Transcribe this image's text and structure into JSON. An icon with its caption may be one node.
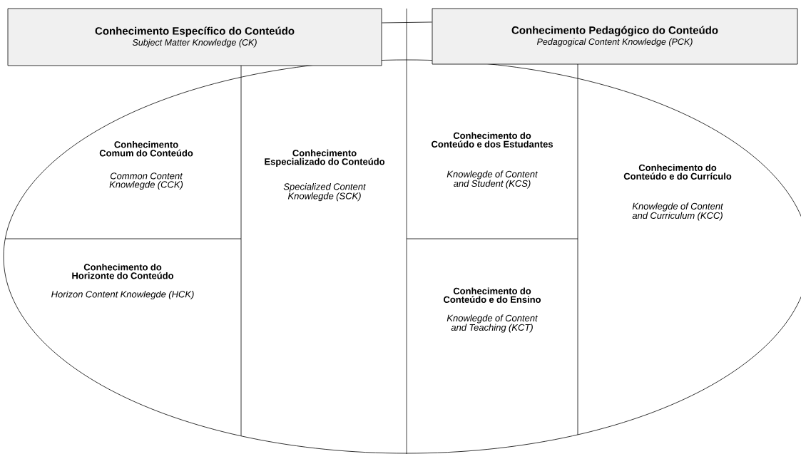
{
  "diagram": {
    "nodes": [
      {
        "text": [
          "Conhecimento Específico do Conteúdo",
          "Subject Matter Knowledge (CK)"
        ]
      },
      {
        "text": [
          "Conhecimento Pedagógico do Conteúdo",
          "Pedagogical Content Knowledge (PCK)"
        ]
      },
      {
        "text": [
          "Conhecimento Comum do Conteúdo",
          "Common Content Knowlegde (CCK)"
        ]
      },
      {
        "text": [
          "Conhecimento do Horizonte do Conteúdo",
          "Horizon Content Knowlegde (HCK)"
        ]
      },
      {
        "text": [
          "Conhecimento Especializado do Conteúdo",
          "Specialized Content Knowlegde (SCK)"
        ]
      },
      {
        "text": [
          "Conhecimento do Conteúdo e dos Estudantes",
          "Knowlegde of Content and Student (KCS)"
        ]
      },
      {
        "text": [
          "Conhecimento do Conteúdo e do Ensino",
          "Knowlegde of Content and Teaching (KCT)"
        ]
      },
      {
        "text": [
          "Conhecimento do Conteúdo e do Currículo",
          "Knowlegde of Content and Curriculum (KCC)"
        ]
      }
    ],
    "edges": [
      {
        "from": 0,
        "to": 1,
        "arrow": "none"
      }
    ]
  }
}
